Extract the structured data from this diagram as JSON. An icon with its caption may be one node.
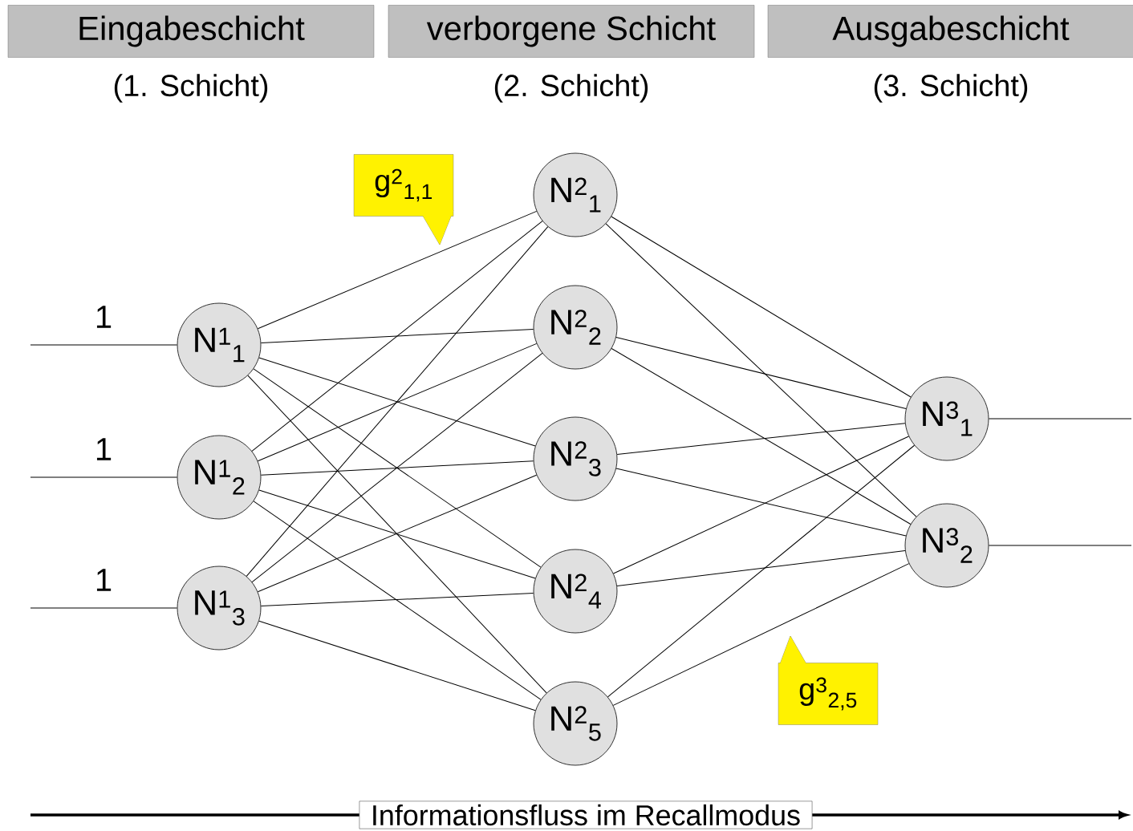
{
  "diagram": {
    "nodes": [
      {
        "text": [
          "Eingabeschicht"
        ],
        "beside": [
          "(1. Schicht)"
        ]
      },
      {
        "text": [
          "verborgene Schicht"
        ],
        "beside": [
          "(2. Schicht)"
        ]
      },
      {
        "text": [
          "Ausgabeschicht"
        ],
        "beside": [
          "(3. Schicht)"
        ]
      },
      {
        "text": [
          "N$^{1}$$_{1}$"
        ]
      },
      {
        "text": [
          "N$^{1}$$_{2}$"
        ]
      },
      {
        "text": [
          "N$^{1}$$_{3}$"
        ]
      },
      {
        "text": [
          "N$^{2}$$_{1}$"
        ]
      },
      {
        "text": [
          "N$^{2}$$_{2}$"
        ]
      },
      {
        "text": [
          "N$^{2}$$_{3}$"
        ]
      },
      {
        "text": [
          "N$^{2}$$_{4}$"
        ]
      },
      {
        "text": [
          "N$^{2}$$_{5}$"
        ]
      },
      {
        "text": [
          "N$^{3}$$_{1}$"
        ]
      },
      {
        "text": [
          "N$^{3}$$_{2}$"
        ]
      },
      {
        "text": [
          "g$^{2}$$_{1,1}$"
        ]
      },
      {
        "text": [
          "g$^{3}$$_{2,5}$"
        ]
      },
      {
        "text": [
          "Informationsfluss im Recallmodus"
        ]
      }
    ],
    "edges": [
      {
        "from": null,
        "to": 3,
        "arrow": "none",
        "label": "1"
      },
      {
        "from": null,
        "to": 4,
        "arrow": "none",
        "label": "1"
      },
      {
        "from": null,
        "to": 5,
        "arrow": "none",
        "label": "1"
      },
      {
        "from": 3,
        "to": 6,
        "arrow": "none"
      },
      {
        "from": 3,
        "to": 7,
        "arrow": "none"
      },
      {
        "from": 3,
        "to": 8,
        "arrow": "none"
      },
      {
        "from": 3,
        "to": 9,
        "arrow": "none"
      },
      {
        "from": 3,
        "to": 10,
        "arrow": "none"
      },
      {
        "from": 4,
        "to": 6,
        "arrow": "none"
      },
      {
        "from": 4,
        "to": 7,
        "arrow": "none"
      },
      {
        "from": 4,
        "to": 8,
        "arrow": "none"
      },
      {
        "from": 4,
        "to": 9,
        "arrow": "none"
      },
      {
        "from": 4,
        "to": 10,
        "arrow": "none"
      },
      {
        "from": 5,
        "to": 6,
        "arrow": "none"
      },
      {
        "from": 5,
        "to": 7,
        "arrow": "none"
      },
      {
        "from": 5,
        "to": 8,
        "arrow": "none"
      },
      {
        "from": 5,
        "to": 9,
        "arrow": "none"
      },
      {
        "from": 5,
        "to": 10,
        "arrow": "none"
      },
      {
        "from": 6,
        "to": 11,
        "arrow": "none"
      },
      {
        "from": 6,
        "to": 12,
        "arrow": "none"
      },
      {
        "from": 7,
        "to": 11,
        "arrow": "none"
      },
      {
        "from": 7,
        "to": 12,
        "arrow": "none"
      },
      {
        "from": 8,
        "to": 11,
        "arrow": "none"
      },
      {
        "from": 8,
        "to": 12,
        "arrow": "none"
      },
      {
        "from": 9,
        "to": 11,
        "arrow": "none"
      },
      {
        "from": 9,
        "to": 12,
        "arrow": "none"
      },
      {
        "from": 10,
        "to": 11,
        "arrow": "none"
      },
      {
        "from": 10,
        "to": 12,
        "arrow": "none"
      },
      {
        "from": 11,
        "to": null,
        "arrow": "none"
      },
      {
        "from": 12,
        "to": null,
        "arrow": "none"
      },
      {
        "from": null,
        "to": 15,
        "arrow": "none",
        "style": "thick"
      },
      {
        "from": 15,
        "to": null,
        "arrow": "to",
        "style": "thick"
      }
    ]
  }
}
